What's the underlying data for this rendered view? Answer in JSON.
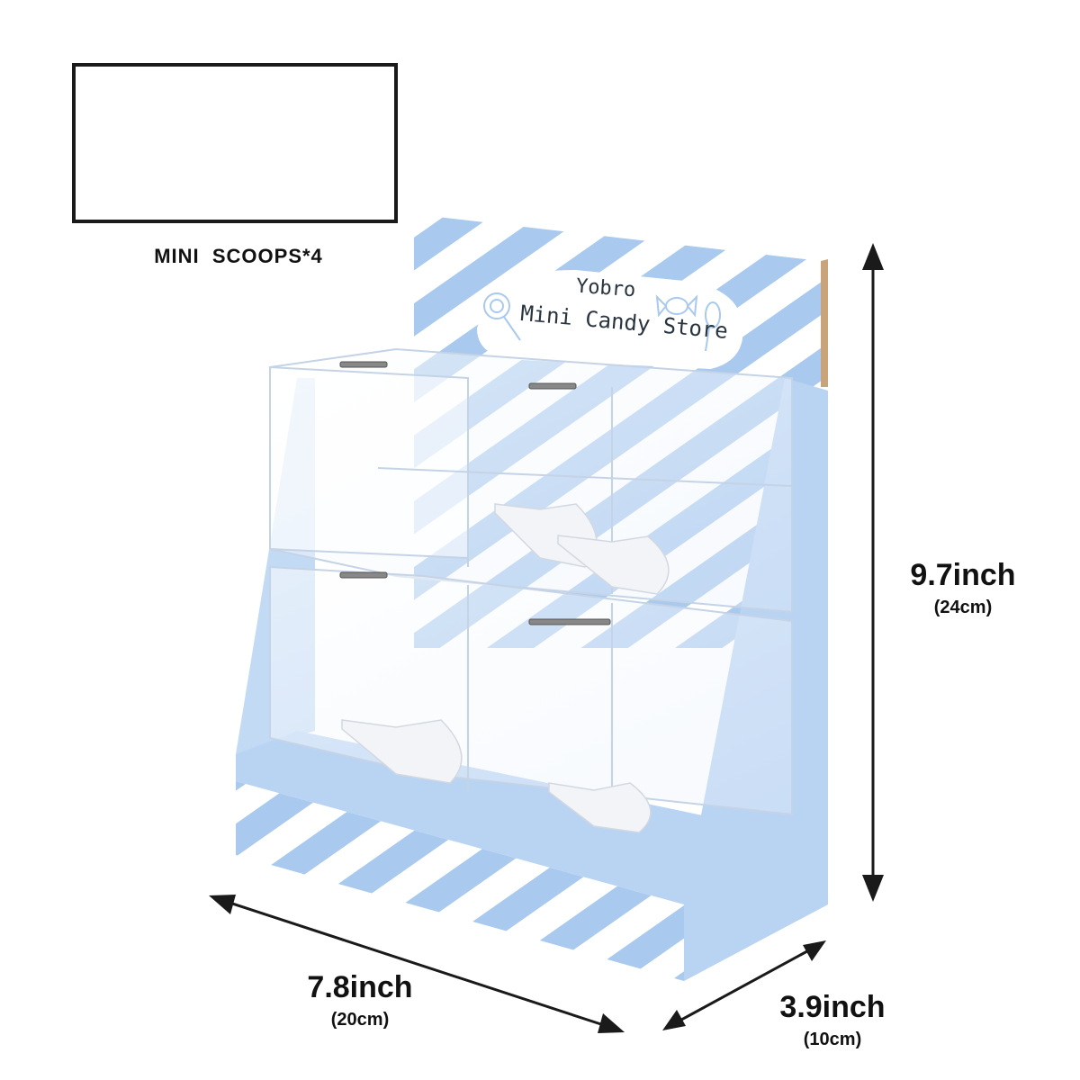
{
  "scoop_caption": "MINI  SCOOPS*4",
  "header_card": {
    "brand_line": "Yobro",
    "title_line": "Mini Candy Store"
  },
  "dimensions": {
    "height": {
      "main": "9.7inch",
      "sub": "(24cm)"
    },
    "width": {
      "main": "7.8inch",
      "sub": "(20cm)"
    },
    "depth": {
      "main": "3.9inch",
      "sub": "(10cm)"
    }
  },
  "colors": {
    "stripe_blue": "#a9c9ee",
    "panel_blue": "#b9d3f3",
    "outline": "#1a1a1a"
  }
}
